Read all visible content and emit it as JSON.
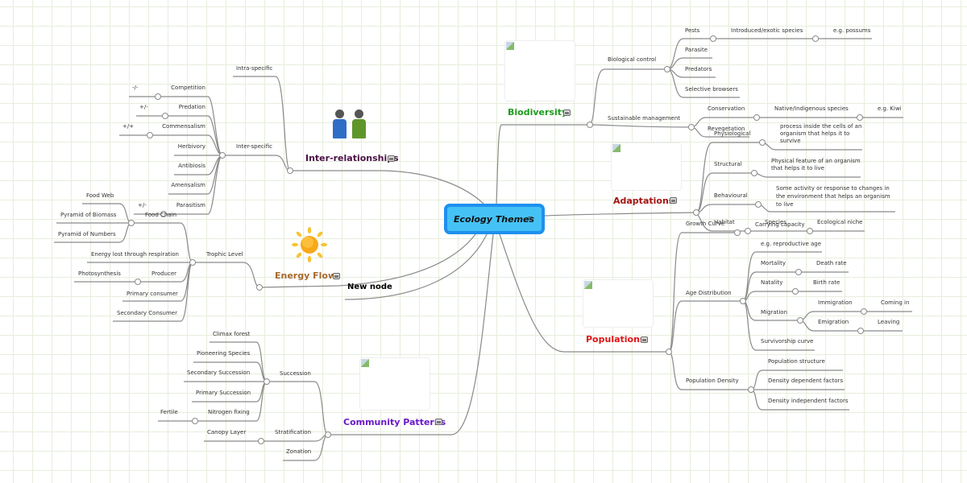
{
  "center": {
    "title": "Ecology Themes",
    "notes_icon": "notes-icon"
  },
  "colors": {
    "center_fill": "#45c2f5",
    "center_border": "#1e90ef",
    "biodiversity": "#1f9a1f",
    "adaptations": "#a31515",
    "populations": "#e01414",
    "community": "#6a19c9",
    "energy": "#a6692e",
    "inter": "#4a1145",
    "line": "#8a8a8a",
    "grid": "#e6eedd"
  },
  "topics": {
    "biodiversity": {
      "label": "Biodiversity",
      "children": {
        "biological_control": "Biological control",
        "pests": "Pests",
        "introduced": "Introduced/exotic species",
        "possums": "e.g. possums",
        "parasite": "Parasite",
        "predators": "Predators",
        "browsers": "Selective browsers",
        "sustainable": "Sustainable management",
        "conservation": "Conservation",
        "native": "Native/Indigenous species",
        "kiwi": "e.g. Kiwi",
        "revegetation": "Revegetation"
      }
    },
    "adaptations": {
      "label": "Adaptations",
      "children": {
        "physiological": "Physiological",
        "physiological_desc": "process inside the cells of an organism that helps it to survive",
        "structural": "Structural",
        "structural_desc": "Physical feature of an organism that helps it to live",
        "behavioural": "Behavioural",
        "behavioural_desc": "Some activity or response to changes in the environment that helps an organism to live",
        "habitat": "Habitat",
        "species": "Species",
        "niche": "Ecological niche"
      }
    },
    "populations": {
      "label": "Populations",
      "children": {
        "growth_curve": "Growth Curve",
        "carrying_capacity": "Carrying capacity",
        "age_distribution": "Age Distribution",
        "reproductive_age": "e.g. reproductive age",
        "mortality": "Mortality",
        "death_rate": "Death rate",
        "natality": "Natality",
        "birth_rate": "Birth rate",
        "migration": "Migration",
        "immigration": "Immigration",
        "coming_in": "Coming in",
        "emigration": "Emigration",
        "leaving": "Leaving",
        "survivorship": "Survivorship curve",
        "density": "Population Density",
        "structure": "Population structure",
        "dependent": "Density dependent factors",
        "independent": "Density independent factors"
      }
    },
    "inter": {
      "label": "Inter-relationships",
      "children": {
        "intra": "Intra-specific",
        "interspec": "Inter-specific",
        "competition": "Competition",
        "competition_sign": "-/-",
        "predation": "Predation",
        "predation_sign": "+/-",
        "commensalism": "Commensalism",
        "commensalism_sign": "+/+",
        "herbivory": "Herbivory",
        "antibiosis": "Antibiosis",
        "amensalism": "Amensalism",
        "parasitism": "Parasitism",
        "parasitism_sign": "+/-"
      }
    },
    "energy": {
      "label": "Energy Flow",
      "children": {
        "trophic": "Trophic Level",
        "food_chain": "Food Chain",
        "food_web": "Food Web",
        "biomass": "Pyramid of Biomass",
        "numbers": "Pyramid of Numbers",
        "respiration": "Energy lost through respiration",
        "producer": "Producer",
        "photosynthesis": "Photosynthesis",
        "primary": "Primary consumer",
        "secondary": "Secondary Consumer"
      }
    },
    "new_node": {
      "label": "New node"
    },
    "community": {
      "label": "Community Patterns",
      "children": {
        "succession": "Succession",
        "climax": "Climax forest",
        "pioneering": "Pioneering Species",
        "secondary": "Secondary Succession",
        "primary": "Primary Succession",
        "nitrogen": "Nitrogen fixing",
        "fertile": "Fertile",
        "stratification": "Stratification",
        "canopy": "Canopy Layer",
        "zonation": "Zonation"
      }
    }
  }
}
